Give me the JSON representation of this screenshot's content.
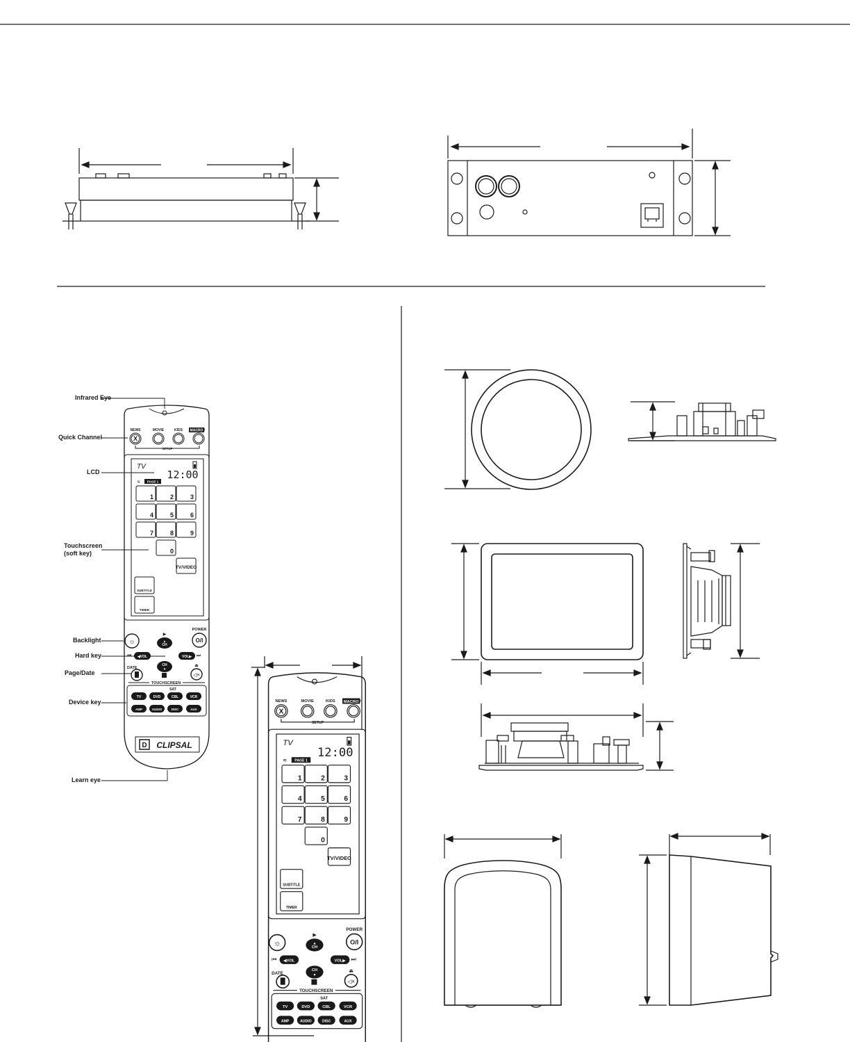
{
  "callouts": {
    "infrared_eye": "Infrared Eye",
    "quick_channel": "Quick Channel",
    "lcd": "LCD",
    "touchscreen": "Touchscreen\n(soft key)",
    "backlight": "Backlight",
    "hard_key": "Hard key",
    "page_date": "Page/Date",
    "device_key": "Device key",
    "learn_eye": "Learn eye"
  },
  "remote": {
    "quick_keys": [
      "NEWS",
      "MOVIE",
      "KIDS",
      "MACRO"
    ],
    "setup": "SETUP",
    "lcd_mode": "TV",
    "clock": "12:00",
    "page": "PAGE 1",
    "digits": [
      "1",
      "2",
      "3",
      "4",
      "5",
      "6",
      "7",
      "8",
      "9",
      "0"
    ],
    "tv_video": "TV/VIDEO",
    "subtitle": "SUBTITLE",
    "timer": "TIMER",
    "power": "POWER",
    "date": "DATE",
    "ch": "CH",
    "vol": "VOL",
    "touchscreen": "TOUCHSCREEN",
    "sat": "SAT",
    "device_keys_row1": [
      "TV",
      "DVD",
      "CBL",
      "VCR"
    ],
    "device_keys_row2": [
      "AMP",
      "AUDIO",
      "DISC",
      "AUX"
    ],
    "brand": "CLIPSAL"
  }
}
